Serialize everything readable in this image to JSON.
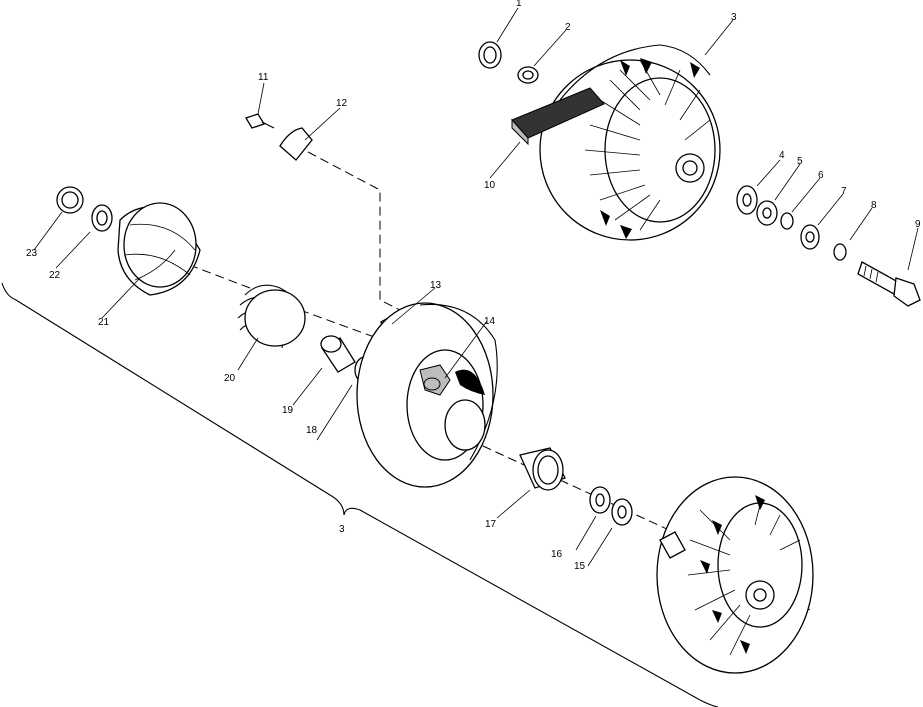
{
  "callouts": [
    {
      "id": "c1",
      "text": "1"
    },
    {
      "id": "c2",
      "text": "2"
    },
    {
      "id": "c3",
      "text": "3"
    },
    {
      "id": "c4",
      "text": "4"
    },
    {
      "id": "c5",
      "text": "5"
    },
    {
      "id": "c6",
      "text": "6"
    },
    {
      "id": "c7",
      "text": "7"
    },
    {
      "id": "c8",
      "text": "8"
    },
    {
      "id": "c9",
      "text": "9"
    },
    {
      "id": "c10",
      "text": "10"
    },
    {
      "id": "c11",
      "text": "11"
    },
    {
      "id": "c12",
      "text": "12"
    },
    {
      "id": "c13",
      "text": "13"
    },
    {
      "id": "c14",
      "text": "14"
    },
    {
      "id": "c15",
      "text": "15"
    },
    {
      "id": "c16",
      "text": "16"
    },
    {
      "id": "c17",
      "text": "17"
    },
    {
      "id": "c18",
      "text": "18"
    },
    {
      "id": "c19",
      "text": "19"
    },
    {
      "id": "c20",
      "text": "20"
    },
    {
      "id": "c21",
      "text": "21"
    },
    {
      "id": "c22",
      "text": "22"
    },
    {
      "id": "c23",
      "text": "23"
    },
    {
      "id": "c3b",
      "text": "3"
    }
  ]
}
